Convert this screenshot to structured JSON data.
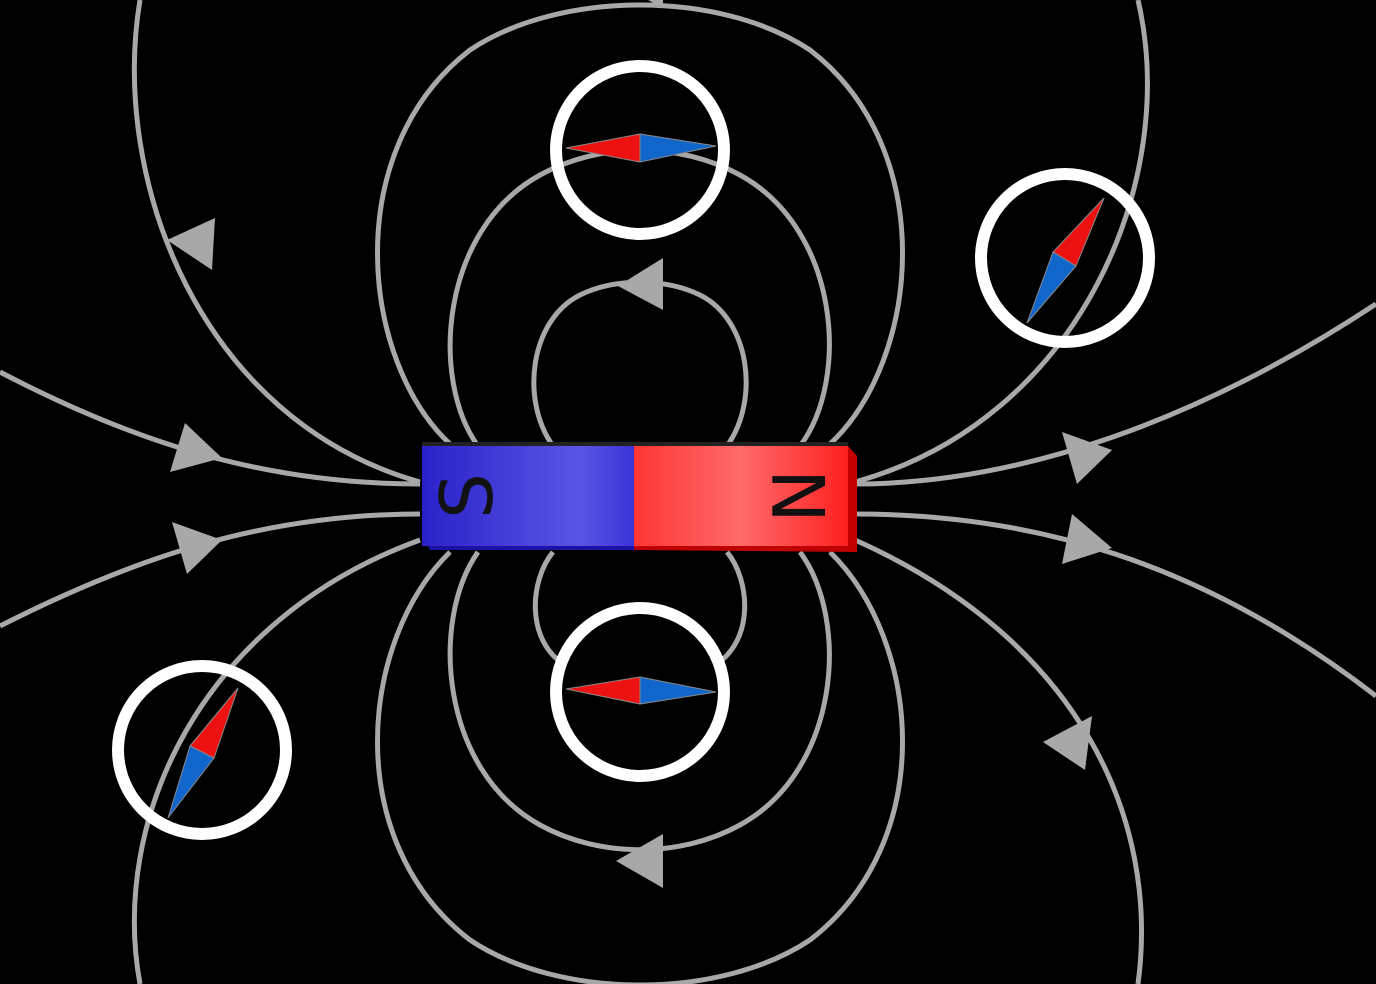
{
  "magnet": {
    "south_label": "S",
    "north_label": "N",
    "south_color": "#3a33d6",
    "north_color": "#ff3333"
  },
  "colors": {
    "background": "#000000",
    "field_line": "#a8a8a8",
    "compass_ring": "#ffffff",
    "needle_north": "#ee1111",
    "needle_south": "#1166cc"
  },
  "compasses": [
    {
      "id": "top",
      "needle_north_points": "left"
    },
    {
      "id": "upper-right",
      "needle_north_points": "up-right"
    },
    {
      "id": "bottom",
      "needle_north_points": "left"
    },
    {
      "id": "lower-left",
      "needle_north_points": "up-right"
    }
  ]
}
